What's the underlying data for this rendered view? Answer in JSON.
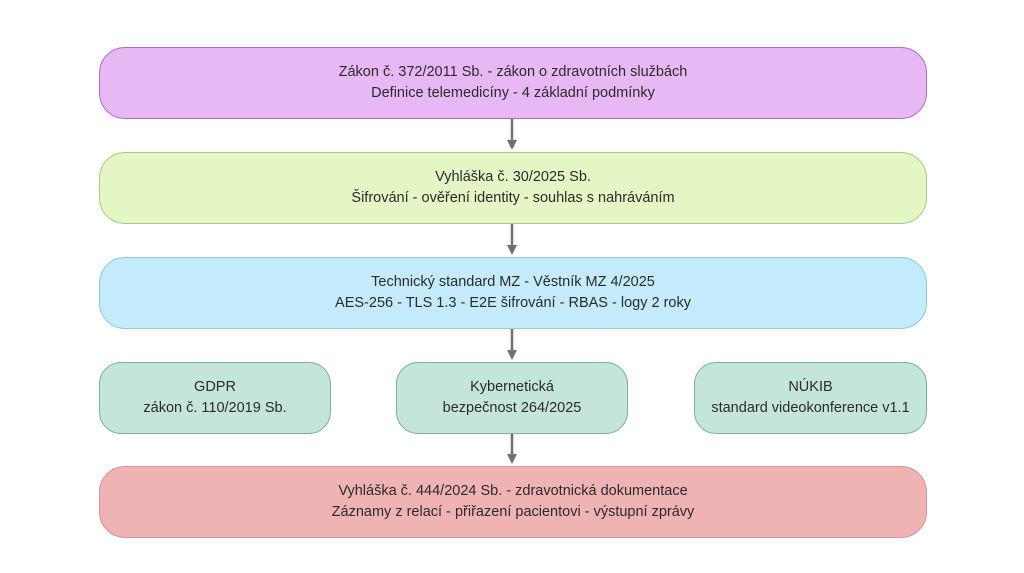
{
  "colors": {
    "law_fill": "#e8b8f5",
    "law_border": "#b06cc9",
    "decree_fill": "#e3f6c4",
    "decree_border": "#a8c98c",
    "standard_fill": "#c3ebfb",
    "standard_border": "#8ccbe6",
    "side_fill": "#c4e6d8",
    "side_border": "#7fae9b",
    "docs_fill": "#f0b3b4",
    "docs_border": "#d89495",
    "arrow": "#707070"
  },
  "nodes": {
    "law": {
      "line1": "Zákon č. 372/2011 Sb. - zákon o zdravotních službách",
      "line2": "Definice telemedicíny - 4 základní podmínky"
    },
    "decree": {
      "line1": "Vyhláška č. 30/2025 Sb.",
      "line2": "Šifrování - ověření identity - souhlas s nahráváním"
    },
    "standard": {
      "line1": "Technický standard MZ - Věstník MZ 4/2025",
      "line2": "AES-256 - TLS 1.3 - E2E šifrování - RBAS - logy 2 roky"
    },
    "gdpr": {
      "line1": "GDPR",
      "line2": "zákon č. 110/2019 Sb."
    },
    "cyber": {
      "line1": "Kybernetická",
      "line2": "bezpečnost 264/2025"
    },
    "nukib": {
      "line1": "NÚKIB",
      "line2": "standard videokonference v1.1"
    },
    "docs": {
      "line1": "Vyhláška č. 444/2024 Sb. - zdravotnická dokumentace",
      "line2": "Záznamy z relací - přiřazení pacientovi - výstupní zprávy"
    }
  }
}
